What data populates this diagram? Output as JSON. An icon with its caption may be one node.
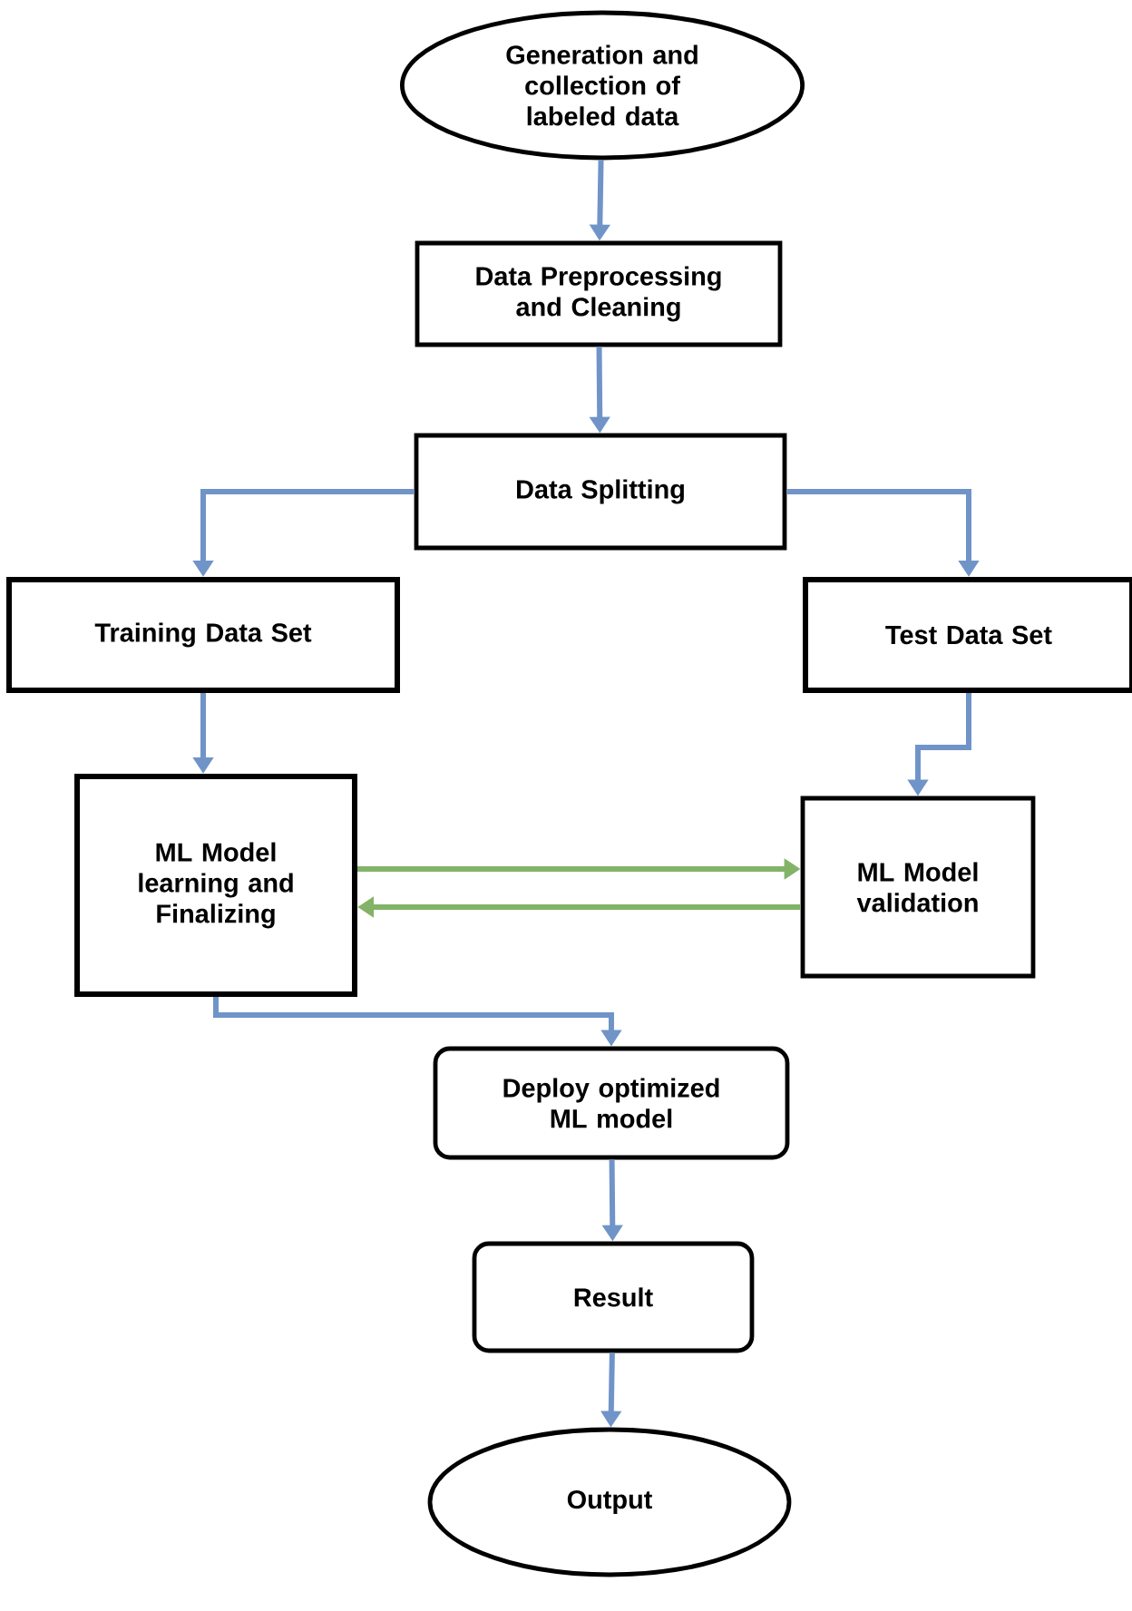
{
  "diagram": {
    "nodes": [
      {
        "text": [
          "Generation and collection of labeled data"
        ]
      },
      {
        "text": [
          "Data Preprocessing and Cleaning"
        ]
      },
      {
        "text": [
          "Data Splitting"
        ]
      },
      {
        "text": [
          "Training Data Set"
        ]
      },
      {
        "text": [
          "Test Data Set"
        ]
      },
      {
        "text": [
          "ML Model learning and Finalizing"
        ]
      },
      {
        "text": [
          "ML Model validation"
        ]
      },
      {
        "text": [
          "Deploy optimized ML model"
        ]
      },
      {
        "text": [
          "Result"
        ]
      },
      {
        "text": [
          "Output"
        ]
      }
    ],
    "edges": [
      {
        "from": 0,
        "to": 1,
        "arrow": "to"
      },
      {
        "from": 1,
        "to": 2,
        "arrow": "to"
      },
      {
        "from": 2,
        "to": 3,
        "arrow": "to"
      },
      {
        "from": 2,
        "to": 4,
        "arrow": "to"
      },
      {
        "from": 3,
        "to": 5,
        "arrow": "to"
      },
      {
        "from": 4,
        "to": 6,
        "arrow": "to"
      },
      {
        "from": 5,
        "to": 6,
        "arrow": "to",
        "color": "#82b366"
      },
      {
        "from": 6,
        "to": 5,
        "arrow": "to",
        "color": "#82b366"
      },
      {
        "from": 5,
        "to": 7,
        "arrow": "to"
      },
      {
        "from": 7,
        "to": 8,
        "arrow": "to"
      },
      {
        "from": 8,
        "to": 9,
        "arrow": "to"
      }
    ]
  }
}
